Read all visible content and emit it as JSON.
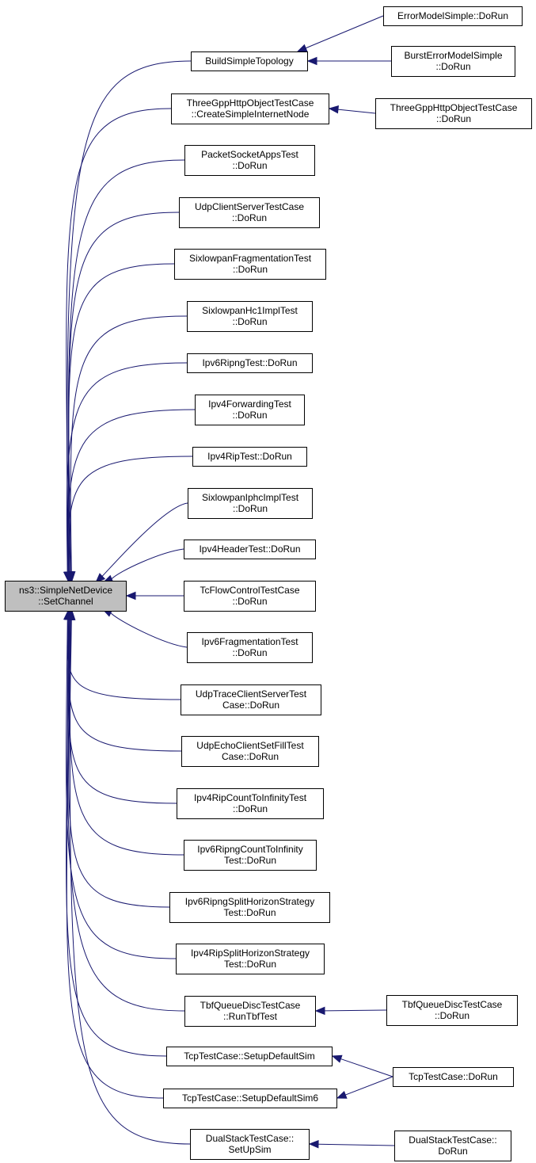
{
  "root": {
    "id": "root",
    "lines": [
      "ns3::SimpleNetDevice",
      "::SetChannel"
    ]
  },
  "callers": [
    {
      "id": "c0",
      "lines": [
        "BuildSimpleTopology"
      ]
    },
    {
      "id": "c1",
      "lines": [
        "ThreeGppHttpObjectTestCase",
        "::CreateSimpleInternetNode"
      ]
    },
    {
      "id": "c2",
      "lines": [
        "PacketSocketAppsTest",
        "::DoRun"
      ]
    },
    {
      "id": "c3",
      "lines": [
        "UdpClientServerTestCase",
        "::DoRun"
      ]
    },
    {
      "id": "c4",
      "lines": [
        "SixlowpanFragmentationTest",
        "::DoRun"
      ]
    },
    {
      "id": "c5",
      "lines": [
        "SixlowpanHc1ImplTest",
        "::DoRun"
      ]
    },
    {
      "id": "c6",
      "lines": [
        "Ipv6RipngTest::DoRun"
      ]
    },
    {
      "id": "c7",
      "lines": [
        "Ipv4ForwardingTest",
        "::DoRun"
      ]
    },
    {
      "id": "c8",
      "lines": [
        "Ipv4RipTest::DoRun"
      ]
    },
    {
      "id": "c9",
      "lines": [
        "SixlowpanIphcImplTest",
        "::DoRun"
      ]
    },
    {
      "id": "c10",
      "lines": [
        "Ipv4HeaderTest::DoRun"
      ]
    },
    {
      "id": "c11",
      "lines": [
        "TcFlowControlTestCase",
        "::DoRun"
      ]
    },
    {
      "id": "c12",
      "lines": [
        "Ipv6FragmentationTest",
        "::DoRun"
      ]
    },
    {
      "id": "c13",
      "lines": [
        "UdpTraceClientServerTest",
        "Case::DoRun"
      ]
    },
    {
      "id": "c14",
      "lines": [
        "UdpEchoClientSetFillTest",
        "Case::DoRun"
      ]
    },
    {
      "id": "c15",
      "lines": [
        "Ipv4RipCountToInfinityTest",
        "::DoRun"
      ]
    },
    {
      "id": "c16",
      "lines": [
        "Ipv6RipngCountToInfinity",
        "Test::DoRun"
      ]
    },
    {
      "id": "c17",
      "lines": [
        "Ipv6RipngSplitHorizonStrategy",
        "Test::DoRun"
      ]
    },
    {
      "id": "c18",
      "lines": [
        "Ipv4RipSplitHorizonStrategy",
        "Test::DoRun"
      ]
    },
    {
      "id": "c19",
      "lines": [
        "TbfQueueDiscTestCase",
        "::RunTbfTest"
      ]
    },
    {
      "id": "c20",
      "lines": [
        "TcpTestCase::SetupDefaultSim"
      ]
    },
    {
      "id": "c21",
      "lines": [
        "TcpTestCase::SetupDefaultSim6"
      ]
    },
    {
      "id": "c22",
      "lines": [
        "DualStackTestCase::",
        "SetUpSim"
      ]
    }
  ],
  "outer": [
    {
      "id": "o0",
      "lines": [
        "ErrorModelSimple::DoRun"
      ]
    },
    {
      "id": "o1",
      "lines": [
        "BurstErrorModelSimple",
        "::DoRun"
      ]
    },
    {
      "id": "o2",
      "lines": [
        "ThreeGppHttpObjectTestCase",
        "::DoRun"
      ]
    },
    {
      "id": "o3",
      "lines": [
        "TbfQueueDiscTestCase",
        "::DoRun"
      ]
    },
    {
      "id": "o4",
      "lines": [
        "TcpTestCase::DoRun"
      ]
    },
    {
      "id": "o5",
      "lines": [
        "DualStackTestCase::",
        "DoRun"
      ]
    }
  ],
  "edges": [
    {
      "from": "o0",
      "to": "c0"
    },
    {
      "from": "o1",
      "to": "c0"
    },
    {
      "from": "o2",
      "to": "c1"
    },
    {
      "from": "o3",
      "to": "c19"
    },
    {
      "from": "o4",
      "to": "c20"
    },
    {
      "from": "o4",
      "to": "c21"
    },
    {
      "from": "o5",
      "to": "c22"
    }
  ],
  "colors": {
    "edge": "#191970",
    "root_fill": "#bfbfbf",
    "node_fill": "#ffffff",
    "border": "#000000"
  }
}
